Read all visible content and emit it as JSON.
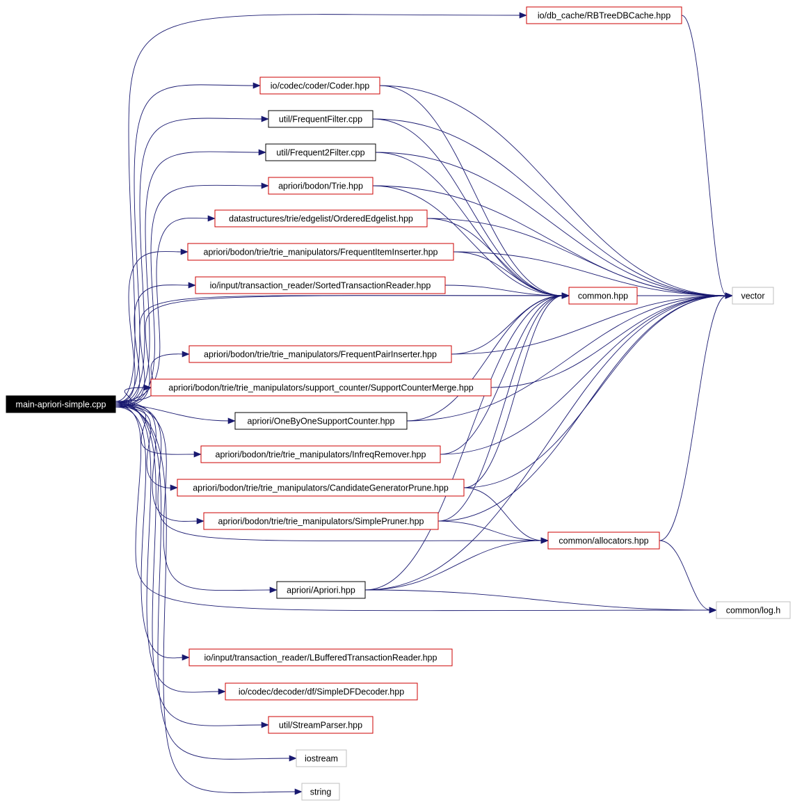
{
  "graph": {
    "root": {
      "id": "main",
      "label": "main-apriori-simple.cpp"
    },
    "nodes": [
      {
        "id": "rbtree",
        "label": "io/db_cache/RBTreeDBCache.hpp",
        "kind": "red"
      },
      {
        "id": "coder",
        "label": "io/codec/coder/Coder.hpp",
        "kind": "red"
      },
      {
        "id": "ffilter",
        "label": "util/FrequentFilter.cpp",
        "kind": "black"
      },
      {
        "id": "f2filter",
        "label": "util/Frequent2Filter.cpp",
        "kind": "black"
      },
      {
        "id": "trie",
        "label": "apriori/bodon/Trie.hpp",
        "kind": "red"
      },
      {
        "id": "oedge",
        "label": "datastructures/trie/edgelist/OrderedEdgelist.hpp",
        "kind": "red"
      },
      {
        "id": "fii",
        "label": "apriori/bodon/trie/trie_manipulators/FrequentItemInserter.hpp",
        "kind": "red"
      },
      {
        "id": "str",
        "label": "io/input/transaction_reader/SortedTransactionReader.hpp",
        "kind": "red"
      },
      {
        "id": "common",
        "label": "common.hpp",
        "kind": "red"
      },
      {
        "id": "vector",
        "label": "vector",
        "kind": "gray"
      },
      {
        "id": "fpi",
        "label": "apriori/bodon/trie/trie_manipulators/FrequentPairInserter.hpp",
        "kind": "red"
      },
      {
        "id": "scm",
        "label": "apriori/bodon/trie/trie_manipulators/support_counter/SupportCounterMerge.hpp",
        "kind": "red"
      },
      {
        "id": "oneby",
        "label": "apriori/OneByOneSupportCounter.hpp",
        "kind": "black"
      },
      {
        "id": "infreq",
        "label": "apriori/bodon/trie/trie_manipulators/InfreqRemover.hpp",
        "kind": "red"
      },
      {
        "id": "cgp",
        "label": "apriori/bodon/trie/trie_manipulators/CandidateGeneratorPrune.hpp",
        "kind": "red"
      },
      {
        "id": "spruner",
        "label": "apriori/bodon/trie/trie_manipulators/SimplePruner.hpp",
        "kind": "red"
      },
      {
        "id": "alloc",
        "label": "common/allocators.hpp",
        "kind": "red"
      },
      {
        "id": "apriori",
        "label": "apriori/Apriori.hpp",
        "kind": "black"
      },
      {
        "id": "log",
        "label": "common/log.h",
        "kind": "gray"
      },
      {
        "id": "lbtr",
        "label": "io/input/transaction_reader/LBufferedTransactionReader.hpp",
        "kind": "red"
      },
      {
        "id": "sdf",
        "label": "io/codec/decoder/df/SimpleDFDecoder.hpp",
        "kind": "red"
      },
      {
        "id": "sparser",
        "label": "util/StreamParser.hpp",
        "kind": "red"
      },
      {
        "id": "iostream",
        "label": "iostream",
        "kind": "gray"
      },
      {
        "id": "string",
        "label": "string",
        "kind": "gray"
      }
    ],
    "edges": [
      [
        "main",
        "rbtree"
      ],
      [
        "main",
        "coder"
      ],
      [
        "main",
        "ffilter"
      ],
      [
        "main",
        "f2filter"
      ],
      [
        "main",
        "trie"
      ],
      [
        "main",
        "oedge"
      ],
      [
        "main",
        "fii"
      ],
      [
        "main",
        "str"
      ],
      [
        "main",
        "common"
      ],
      [
        "main",
        "vector"
      ],
      [
        "main",
        "fpi"
      ],
      [
        "main",
        "scm"
      ],
      [
        "main",
        "oneby"
      ],
      [
        "main",
        "infreq"
      ],
      [
        "main",
        "cgp"
      ],
      [
        "main",
        "spruner"
      ],
      [
        "main",
        "alloc"
      ],
      [
        "main",
        "apriori"
      ],
      [
        "main",
        "log"
      ],
      [
        "main",
        "lbtr"
      ],
      [
        "main",
        "sdf"
      ],
      [
        "main",
        "sparser"
      ],
      [
        "main",
        "iostream"
      ],
      [
        "main",
        "string"
      ],
      [
        "rbtree",
        "vector"
      ],
      [
        "coder",
        "common"
      ],
      [
        "coder",
        "vector"
      ],
      [
        "ffilter",
        "common"
      ],
      [
        "ffilter",
        "vector"
      ],
      [
        "f2filter",
        "common"
      ],
      [
        "f2filter",
        "vector"
      ],
      [
        "trie",
        "common"
      ],
      [
        "trie",
        "vector"
      ],
      [
        "oedge",
        "common"
      ],
      [
        "oedge",
        "vector"
      ],
      [
        "fii",
        "common"
      ],
      [
        "fii",
        "vector"
      ],
      [
        "str",
        "common"
      ],
      [
        "common",
        "vector"
      ],
      [
        "fpi",
        "common"
      ],
      [
        "fpi",
        "vector"
      ],
      [
        "scm",
        "vector"
      ],
      [
        "oneby",
        "common"
      ],
      [
        "oneby",
        "vector"
      ],
      [
        "infreq",
        "common"
      ],
      [
        "infreq",
        "vector"
      ],
      [
        "cgp",
        "common"
      ],
      [
        "cgp",
        "vector"
      ],
      [
        "cgp",
        "alloc"
      ],
      [
        "spruner",
        "common"
      ],
      [
        "spruner",
        "vector"
      ],
      [
        "spruner",
        "alloc"
      ],
      [
        "alloc",
        "vector"
      ],
      [
        "alloc",
        "log"
      ],
      [
        "apriori",
        "common"
      ],
      [
        "apriori",
        "alloc"
      ],
      [
        "apriori",
        "log"
      ],
      [
        "apriori",
        "vector"
      ]
    ]
  },
  "colors": {
    "edge": "#191970",
    "red": "#cc0000",
    "black": "#000000",
    "gray": "#bfbfbf",
    "root_fill": "#000000",
    "root_text": "#ffffff"
  }
}
